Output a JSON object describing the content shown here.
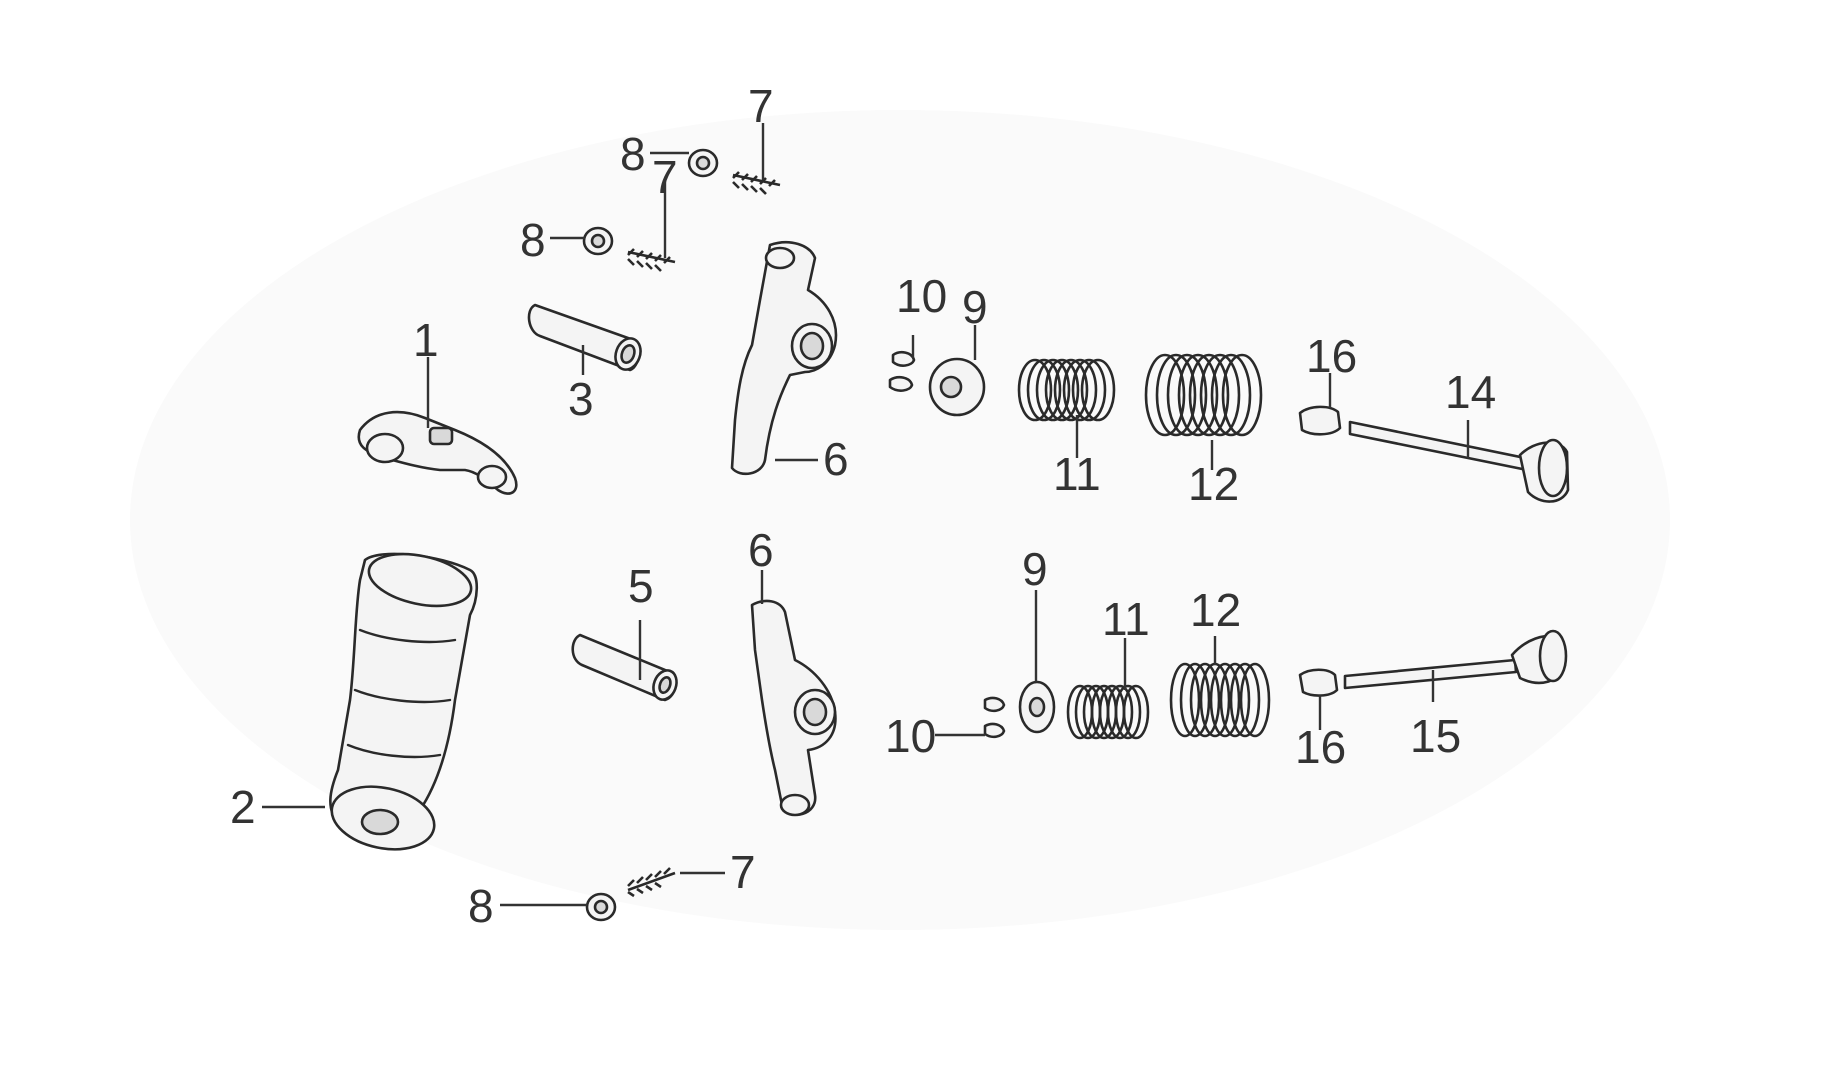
{
  "callouts": [
    {
      "id": "c1",
      "text": "1"
    },
    {
      "id": "c2",
      "text": "2"
    },
    {
      "id": "c3",
      "text": "3"
    },
    {
      "id": "c5",
      "text": "5"
    },
    {
      "id": "c6a",
      "text": "6"
    },
    {
      "id": "c6b",
      "text": "6"
    },
    {
      "id": "c7a",
      "text": "7"
    },
    {
      "id": "c7b",
      "text": "7"
    },
    {
      "id": "c7c",
      "text": "7"
    },
    {
      "id": "c8a",
      "text": "8"
    },
    {
      "id": "c8b",
      "text": "8"
    },
    {
      "id": "c8c",
      "text": "8"
    },
    {
      "id": "c9a",
      "text": "9"
    },
    {
      "id": "c9b",
      "text": "9"
    },
    {
      "id": "c10a",
      "text": "10"
    },
    {
      "id": "c10b",
      "text": "10"
    },
    {
      "id": "c11a",
      "text": "11"
    },
    {
      "id": "c11b",
      "text": "11"
    },
    {
      "id": "c12a",
      "text": "12"
    },
    {
      "id": "c12b",
      "text": "12"
    },
    {
      "id": "c14",
      "text": "14"
    },
    {
      "id": "c15",
      "text": "15"
    },
    {
      "id": "c16a",
      "text": "16"
    },
    {
      "id": "c16b",
      "text": "16"
    }
  ]
}
